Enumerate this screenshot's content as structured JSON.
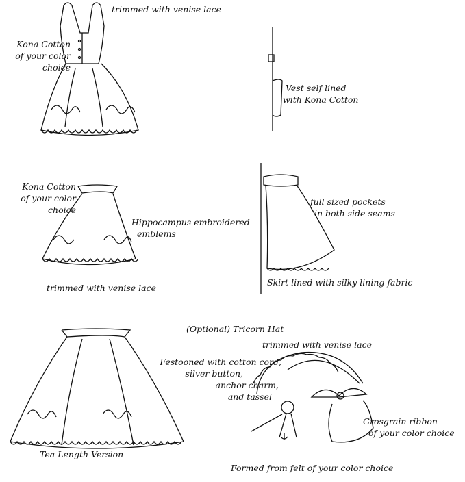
{
  "dress_front": {
    "trim_label": "trimmed with venise lace",
    "fabric_label": [
      "Kona Cotton",
      "of your color",
      "choice"
    ]
  },
  "dress_side": {
    "vest_label": [
      "Vest self lined",
      "with Kona Cotton"
    ]
  },
  "skirt_front": {
    "fabric_label": [
      "Kona Cotton",
      "of your color",
      "choice"
    ],
    "emblem_label": [
      "Hippocampus embroidered",
      "emblems"
    ],
    "trim_label": "trimmed with venise lace"
  },
  "skirt_side": {
    "pockets_label": [
      "full sized pockets",
      "in both side seams"
    ],
    "lining_label": "Skirt lined with silky lining fabric"
  },
  "tea_length": {
    "label": "Tea Length Version"
  },
  "hat": {
    "title": "(Optional) Tricorn Hat",
    "trim_label": "trimmed with venise lace",
    "festoon_label": [
      "Festooned with cotton cord,",
      "silver button,",
      "anchor charm,",
      "and tassel"
    ],
    "ribbon_label": [
      "Grosgrain ribbon",
      "of your color choice"
    ],
    "felt_label": "Formed from felt of your color choice"
  }
}
